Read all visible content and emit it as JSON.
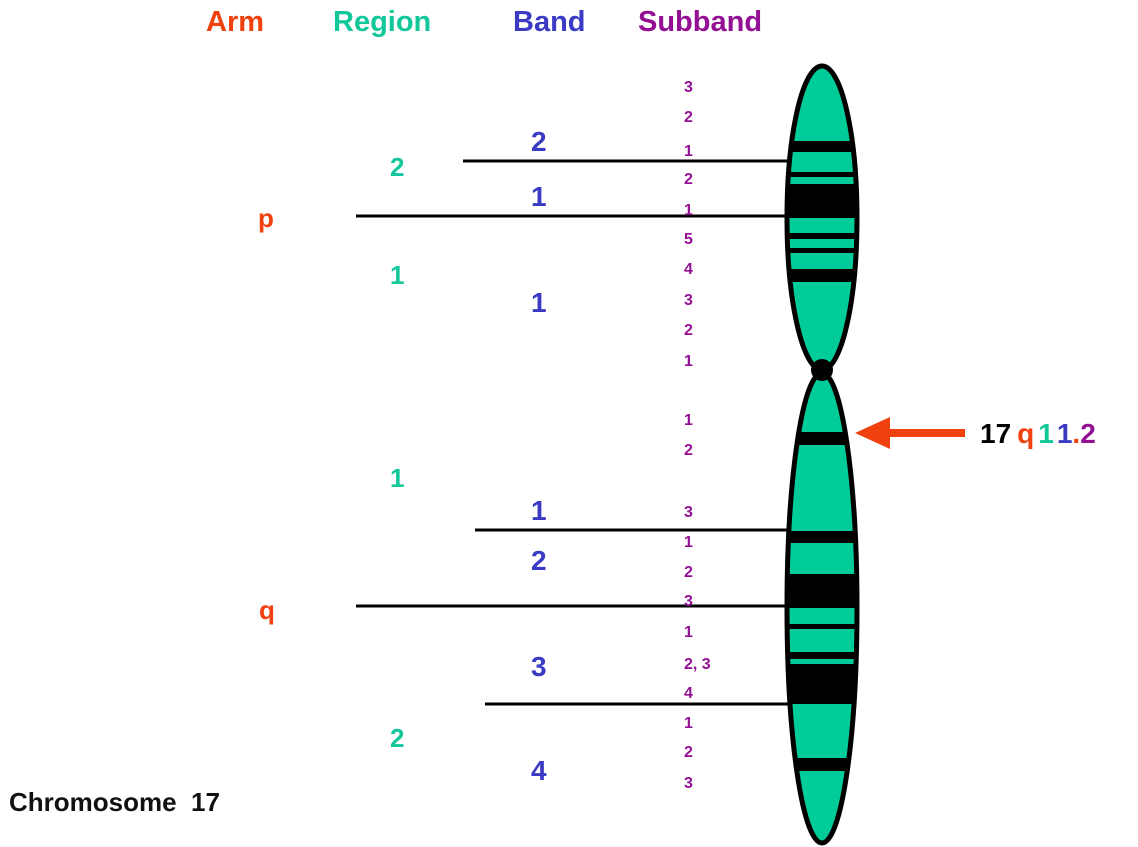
{
  "colors": {
    "arm": "#f0410f",
    "region": "#12c79a",
    "band": "#3a3ac4",
    "subband": "#930f93",
    "chromosome_fill": "#00cc99",
    "arrow": "#f0410f"
  },
  "headers": {
    "arm": "Arm",
    "region": "Region",
    "band": "Band",
    "subband": "Subband"
  },
  "arm_labels": {
    "p": "p",
    "q": "q"
  },
  "region_labels": {
    "p2": "2",
    "p1": "1",
    "q1": "1",
    "q2": "2"
  },
  "band_labels": {
    "p22": "2",
    "p21": "1",
    "p11": "1",
    "q11": "1",
    "q12": "2",
    "q13": "3",
    "q14": "4"
  },
  "subbands": [
    "3",
    "2",
    "1",
    "2",
    "1",
    "5",
    "4",
    "3",
    "2",
    "1",
    "1",
    "2",
    "3",
    "1",
    "2",
    "3",
    "1",
    "2, 3",
    "4",
    "1",
    "2",
    "3"
  ],
  "annotation": {
    "chrom": "17",
    "arm": "q",
    "region": "1",
    "band": "1",
    "dot": ".",
    "subband": "2"
  },
  "title": "Chromosome  17"
}
